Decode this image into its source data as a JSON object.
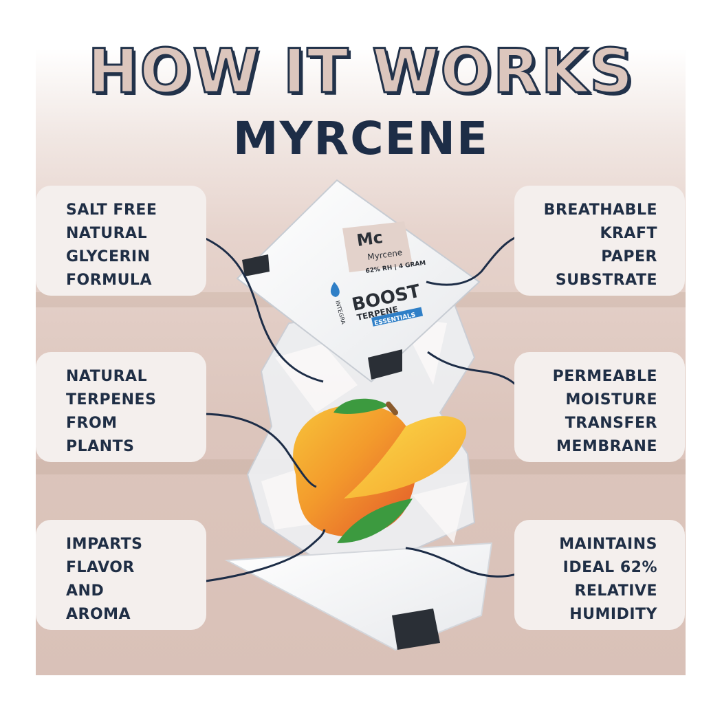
{
  "header": {
    "title": "HOW IT WORKS",
    "subtitle": "MYRCENE"
  },
  "features": {
    "left": [
      {
        "text": "SALT FREE\nNATURAL\nGLYCERIN\nFORMULA"
      },
      {
        "text": "NATURAL\nTERPENES\nFROM\nPLANTS"
      },
      {
        "text": "IMPARTS\nFLAVOR\nAND\nAROMA"
      }
    ],
    "right": [
      {
        "text": "BREATHABLE\nKRAFT\nPAPER\nSUBSTRATE"
      },
      {
        "text": "PERMEABLE\nMOISTURE\nTRANSFER\nMEMBRANE"
      },
      {
        "text": "MAINTAINS\nIDEAL 62%\nRELATIVE\nHUMIDITY"
      }
    ]
  },
  "packet": {
    "element_symbol": "Mc",
    "element_name": "Myrcene",
    "spec": "62% RH | 4 GRAM",
    "brand_small": "INTEGRA",
    "brand_big": "BOOST",
    "brand_line": "TERPENE",
    "brand_badge": "ESSENTIALS"
  },
  "colors": {
    "navy": "#1d2d47",
    "card": "#f4efed",
    "accent_blue": "#2f7fc7",
    "mango_orange": "#f08a2a",
    "mango_yellow": "#f7c43a",
    "leaf_green": "#3c9a3f"
  }
}
